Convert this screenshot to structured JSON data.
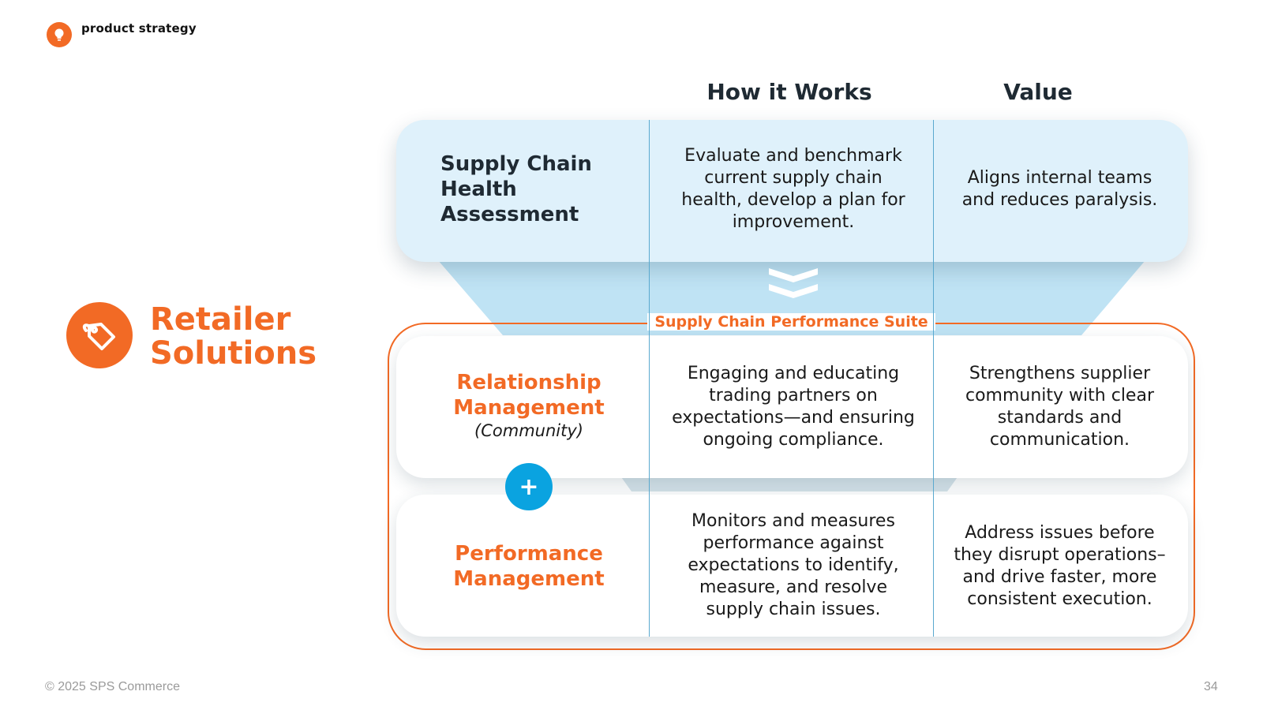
{
  "header": {
    "brand_label": "product strategy",
    "brand_icon": "lightbulb-icon",
    "brand_color": "#f26a25"
  },
  "section": {
    "title_line1": "Retailer",
    "title_line2": "Solutions",
    "icon": "price-tag-icon"
  },
  "columns": {
    "how": "How it Works",
    "value": "Value"
  },
  "assessment": {
    "title": [
      "Supply Chain",
      "Health",
      "Assessment"
    ],
    "how": [
      "Evaluate and benchmark",
      "current supply chain",
      "health, develop a plan for",
      "improvement."
    ],
    "value": [
      "Aligns internal teams",
      "and reduces paralysis."
    ],
    "connector_icon": "double-chevron-down-icon"
  },
  "suite": {
    "label": "Supply Chain Performance Suite",
    "accent": "#f26a25"
  },
  "rows": [
    {
      "title": [
        "Relationship",
        "Management"
      ],
      "subtitle": "(Community)",
      "how": [
        "Engaging and educating",
        "trading partners on",
        "expectations—and ensuring",
        "ongoing compliance."
      ],
      "value": [
        "Strengthens supplier",
        "community with clear",
        "standards and",
        "communication."
      ]
    },
    {
      "title": [
        "Performance",
        "Management"
      ],
      "how": [
        "Monitors and measures",
        "performance against",
        "expectations to identify,",
        "measure, and resolve",
        "supply chain issues."
      ],
      "value": [
        "Address issues before",
        "they disrupt operations–",
        "and drive faster, more",
        "consistent execution."
      ]
    }
  ],
  "plus_symbol": "+",
  "footer": {
    "copyright": "© 2025 SPS Commerce",
    "page": "34"
  }
}
